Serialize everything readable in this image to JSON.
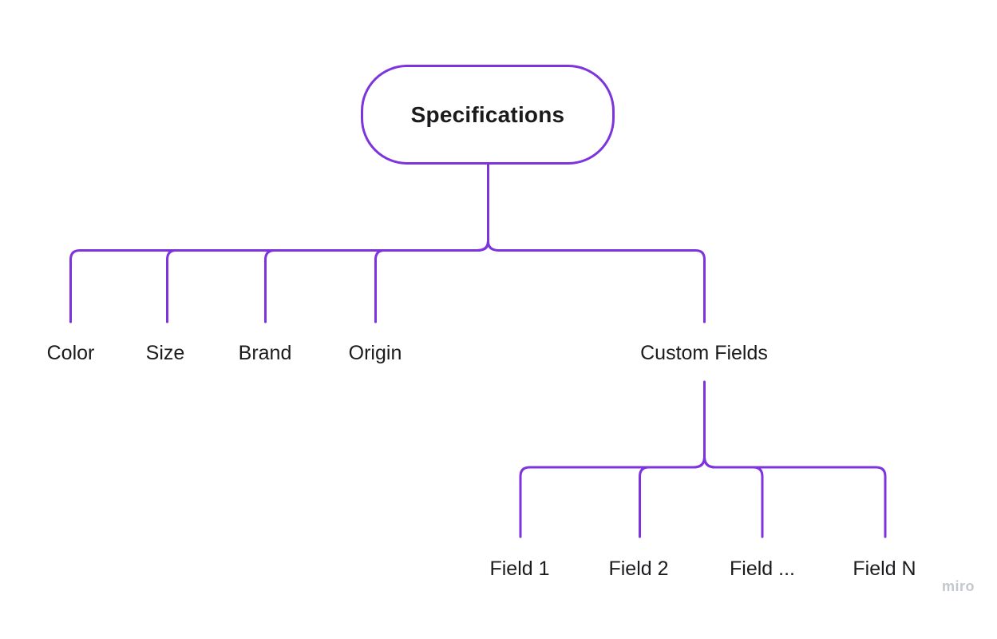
{
  "diagram": {
    "root": {
      "label": "Specifications"
    },
    "level1": [
      {
        "label": "Color"
      },
      {
        "label": "Size"
      },
      {
        "label": "Brand"
      },
      {
        "label": "Origin"
      },
      {
        "label": "Custom Fields"
      }
    ],
    "level2_parent": "Custom Fields",
    "level2": [
      {
        "label": "Field 1"
      },
      {
        "label": "Field 2"
      },
      {
        "label": "Field ..."
      },
      {
        "label": "Field N"
      }
    ],
    "colors": {
      "connector": "#7d33dd",
      "node_border": "#7d33dd",
      "text": "#1b1b1e",
      "background": "#ffffff"
    }
  },
  "watermark": {
    "label": "miro",
    "color": "#c3c7cf"
  }
}
